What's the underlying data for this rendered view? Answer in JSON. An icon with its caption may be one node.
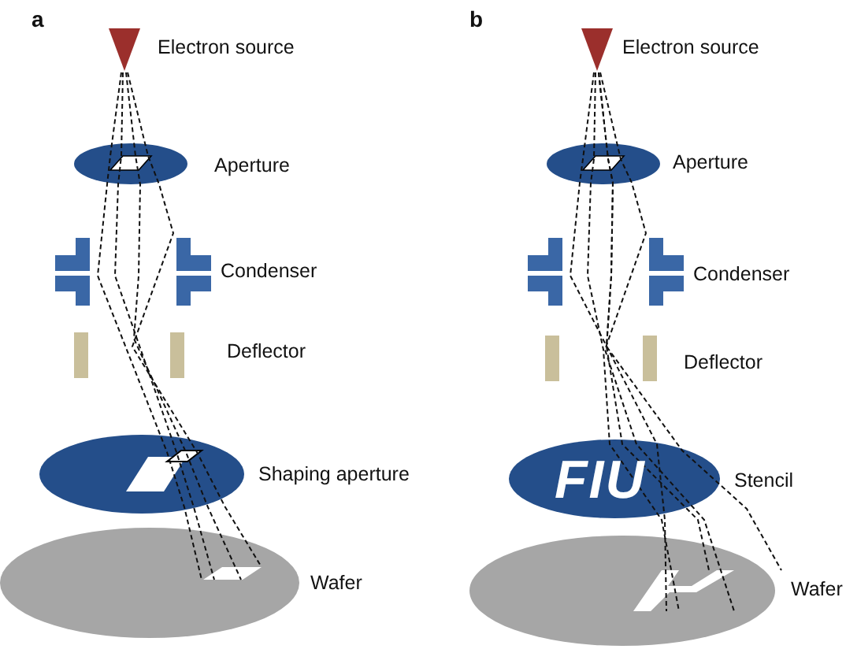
{
  "diagram": {
    "labels": [
      "a",
      "Electron source",
      "Aperture",
      "Condenser",
      "Deflector",
      "Shaping aperture",
      "Wafer",
      "b",
      "Electron source",
      "Aperture",
      "Condenser",
      "Deflector",
      "FIU",
      "Stencil",
      "Wafer"
    ]
  }
}
